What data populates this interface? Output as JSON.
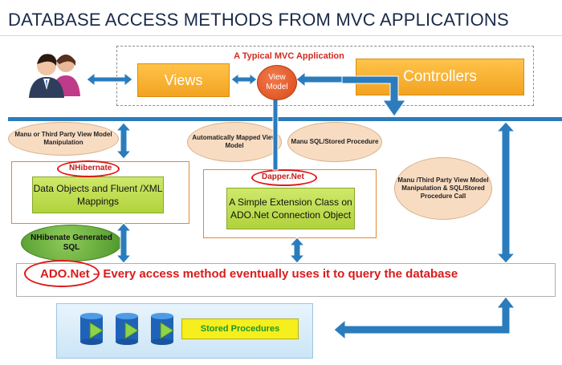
{
  "title": "DATABASE ACCESS METHODS FROM MVC APPLICATIONS",
  "mvc": {
    "label": "A Typical MVC Application",
    "views": "Views",
    "view_model": "View Model",
    "controllers": "Controllers"
  },
  "icons": {
    "users": "users-icon",
    "database": "database-icon"
  },
  "ellipses": {
    "manual_left": "Manu  or Third Party View Model Manipulation",
    "auto_mapped": "Automatically Mapped View Model",
    "manual_sql": "Manu SQL/Stored Procedure",
    "manual_right": "Manu  /Third Party View Model Manipulation  & SQL/Stored Procedure  Call"
  },
  "nhibernate": {
    "name": "NHibernate",
    "box": "Data Objects and Fluent /XML Mappings",
    "generated_sql": "NHibenate Generated SQL"
  },
  "dapper": {
    "name": "Dapper.Net",
    "box": "A Simple Extension Class on ADO.Net Connection Object"
  },
  "ado": {
    "name": "ADO.Net",
    "text": " – Every access method eventually uses it to query the database"
  },
  "db": {
    "stored_procedures": "Stored Procedures"
  },
  "colors": {
    "arrow_blue": "#2a7cbd",
    "orange": "#f5a623",
    "green": "#b8d94a",
    "red_text": "#d91b1b",
    "ellipse_fill": "#f8dcc2",
    "yellow": "#f6ee1d"
  }
}
